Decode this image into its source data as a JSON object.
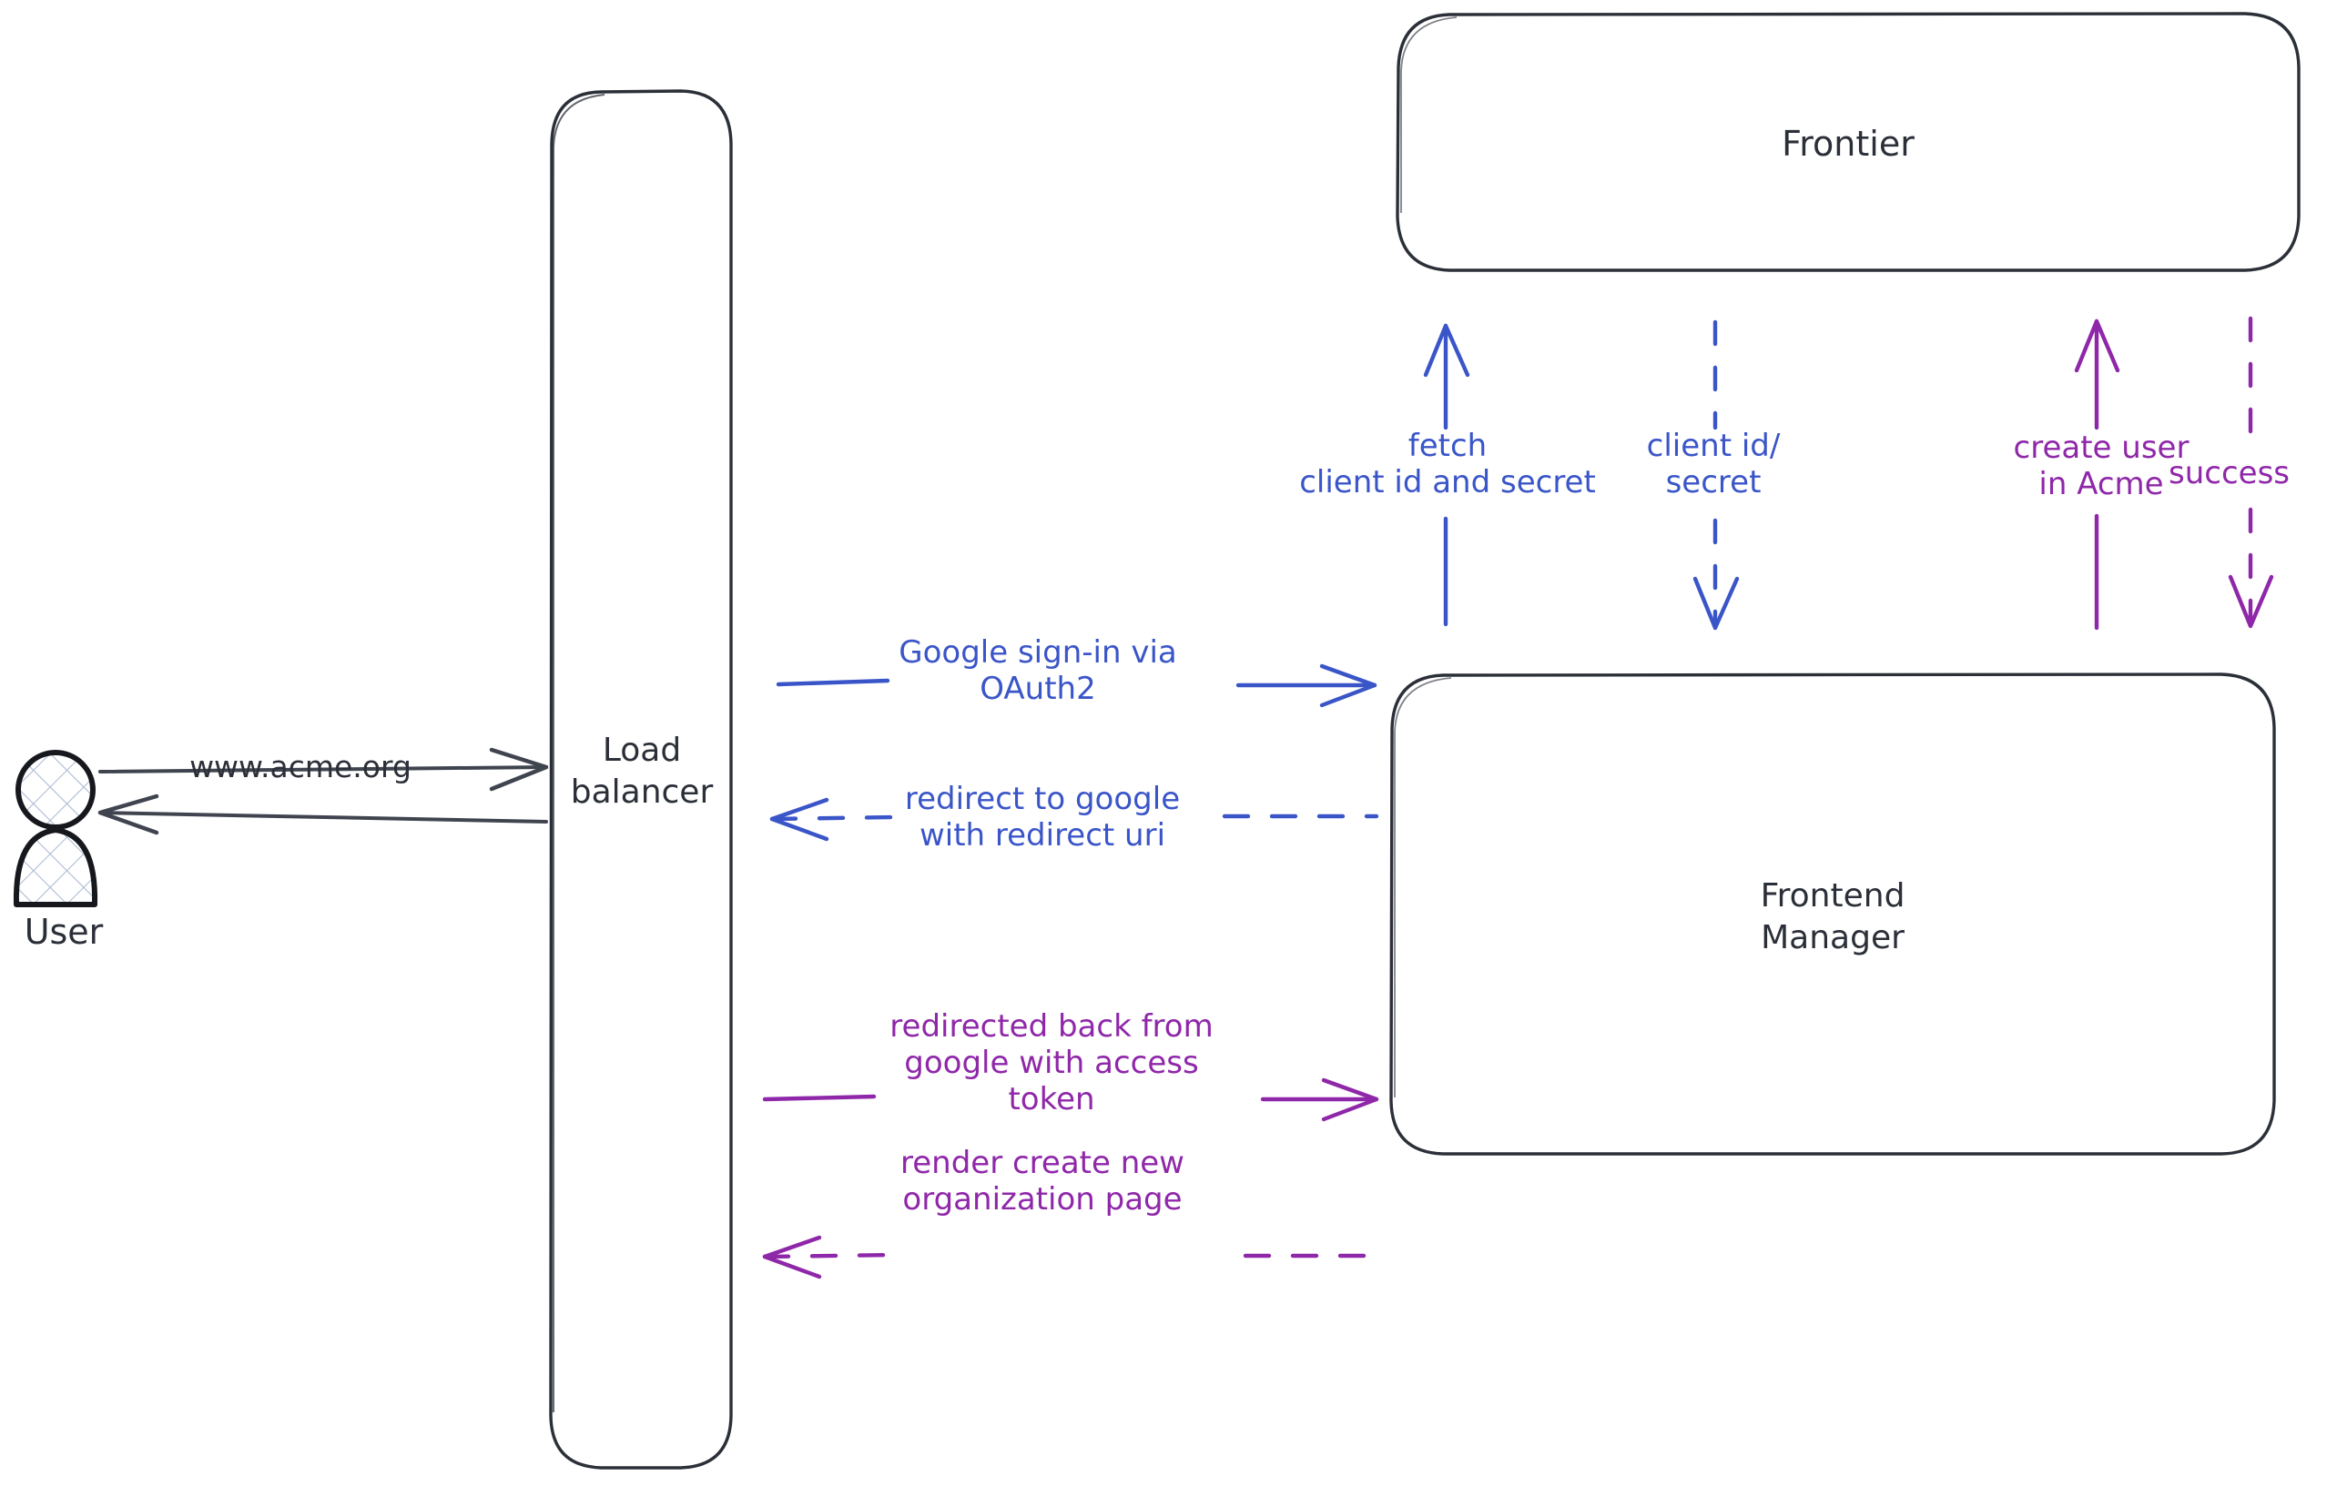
{
  "diagram": {
    "title": "OAuth2 Google sign-in flow",
    "background": "#ffffff",
    "colors": {
      "stroke_dark": "#2b2f38",
      "actor_hatch": "#aebdd4",
      "blue": "#3a55c8",
      "purple": "#8f27a9"
    },
    "nodes": [
      {
        "id": "user",
        "label": "User",
        "shape": "actor"
      },
      {
        "id": "load-balancer",
        "label": "Load\nbalancer",
        "shape": "rounded-rect"
      },
      {
        "id": "frontier",
        "label": "Frontier",
        "shape": "rounded-rect"
      },
      {
        "id": "frontend-manager",
        "label": "Frontend\nManager",
        "shape": "rounded-rect"
      }
    ],
    "edges": [
      {
        "id": "user-to-lb",
        "label": "www.acme.org",
        "from": "user",
        "to": "load-balancer",
        "style": "solid",
        "direction": "right",
        "color": "#2b2f38"
      },
      {
        "id": "lb-to-user",
        "label": "",
        "from": "load-balancer",
        "to": "user",
        "style": "solid",
        "direction": "left",
        "color": "#2b2f38"
      },
      {
        "id": "lb-to-fm-signin",
        "label": "Google sign-in via\nOAuth2",
        "from": "load-balancer",
        "to": "frontend-manager",
        "style": "solid",
        "direction": "right",
        "color": "#3a55c8"
      },
      {
        "id": "fm-to-lb-redirect",
        "label": "redirect to google\nwith redirect uri",
        "from": "frontend-manager",
        "to": "load-balancer",
        "style": "dashed",
        "direction": "left",
        "color": "#3a55c8"
      },
      {
        "id": "lb-to-fm-token",
        "label": "redirected back from\ngoogle with access\ntoken",
        "from": "load-balancer",
        "to": "frontend-manager",
        "style": "solid",
        "direction": "right",
        "color": "#8f27a9"
      },
      {
        "id": "fm-to-lb-render",
        "label": "render create new\norganization page",
        "from": "frontend-manager",
        "to": "load-balancer",
        "style": "dashed",
        "direction": "left",
        "color": "#8f27a9"
      },
      {
        "id": "fm-to-frontier-fetch",
        "label": "fetch\nclient id and secret",
        "from": "frontend-manager",
        "to": "frontier",
        "style": "solid",
        "direction": "up",
        "color": "#3a55c8"
      },
      {
        "id": "frontier-to-fm-creds",
        "label": "client id/\nsecret",
        "from": "frontier",
        "to": "frontend-manager",
        "style": "dashed",
        "direction": "down",
        "color": "#3a55c8"
      },
      {
        "id": "fm-to-frontier-create",
        "label": "create user\nin Acme",
        "from": "frontend-manager",
        "to": "frontier",
        "style": "solid",
        "direction": "up",
        "color": "#8f27a9"
      },
      {
        "id": "frontier-to-fm-success",
        "label": "success",
        "from": "frontier",
        "to": "frontend-manager",
        "style": "dashed",
        "direction": "down",
        "color": "#8f27a9"
      }
    ]
  }
}
